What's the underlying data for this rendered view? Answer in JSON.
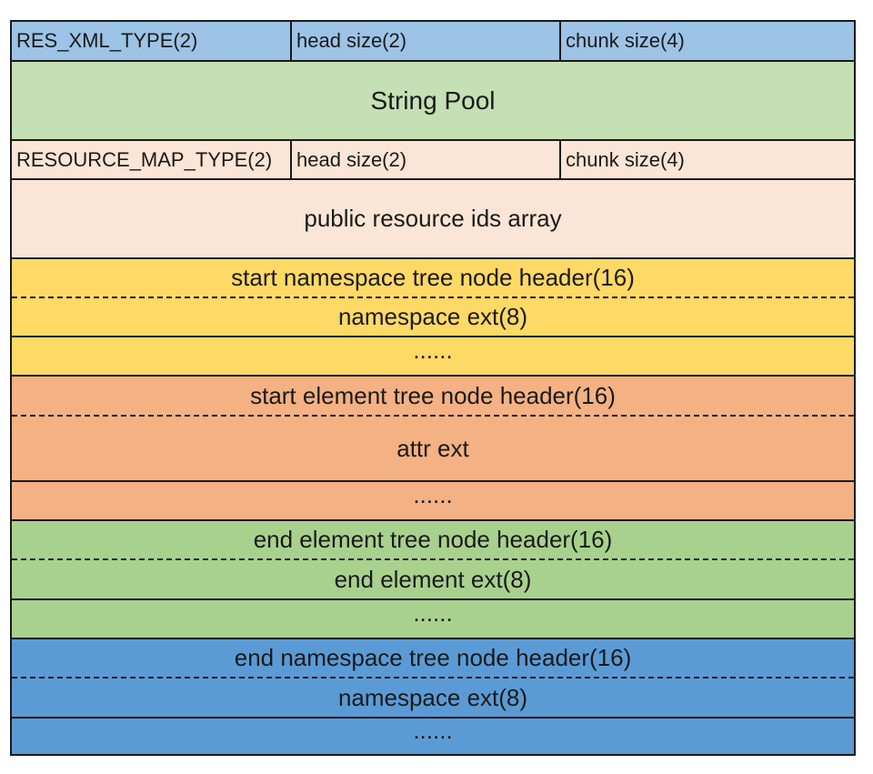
{
  "colors": {
    "header_blue": "#9dc3e6",
    "string_pool_green": "#c5e0b4",
    "resource_map_peach": "#fbe5d6",
    "namespace_yellow": "#ffd966",
    "element_orange": "#f4b183",
    "end_element_green": "#a9d18e",
    "end_namespace_blue": "#5b9bd5",
    "border": "#1a1a1a"
  },
  "xml_header": {
    "type": "RES_XML_TYPE(2)",
    "head_size": "head size(2)",
    "chunk_size": "chunk size(4)"
  },
  "string_pool": "String Pool",
  "resource_map_header": {
    "type": "RESOURCE_MAP_TYPE(2)",
    "head_size": "head size(2)",
    "chunk_size": "chunk size(4)"
  },
  "resource_ids": "public resource ids array",
  "start_namespace": {
    "header": "start namespace tree node header(16)",
    "ext": "namespace ext(8)",
    "more": "......"
  },
  "start_element": {
    "header": "start element tree node header(16)",
    "ext": "attr ext",
    "more": "......"
  },
  "end_element": {
    "header": "end element tree node header(16)",
    "ext": "end element ext(8)",
    "more": "......"
  },
  "end_namespace": {
    "header": "end namespace tree node header(16)",
    "ext": "namespace ext(8)",
    "more": "......"
  }
}
